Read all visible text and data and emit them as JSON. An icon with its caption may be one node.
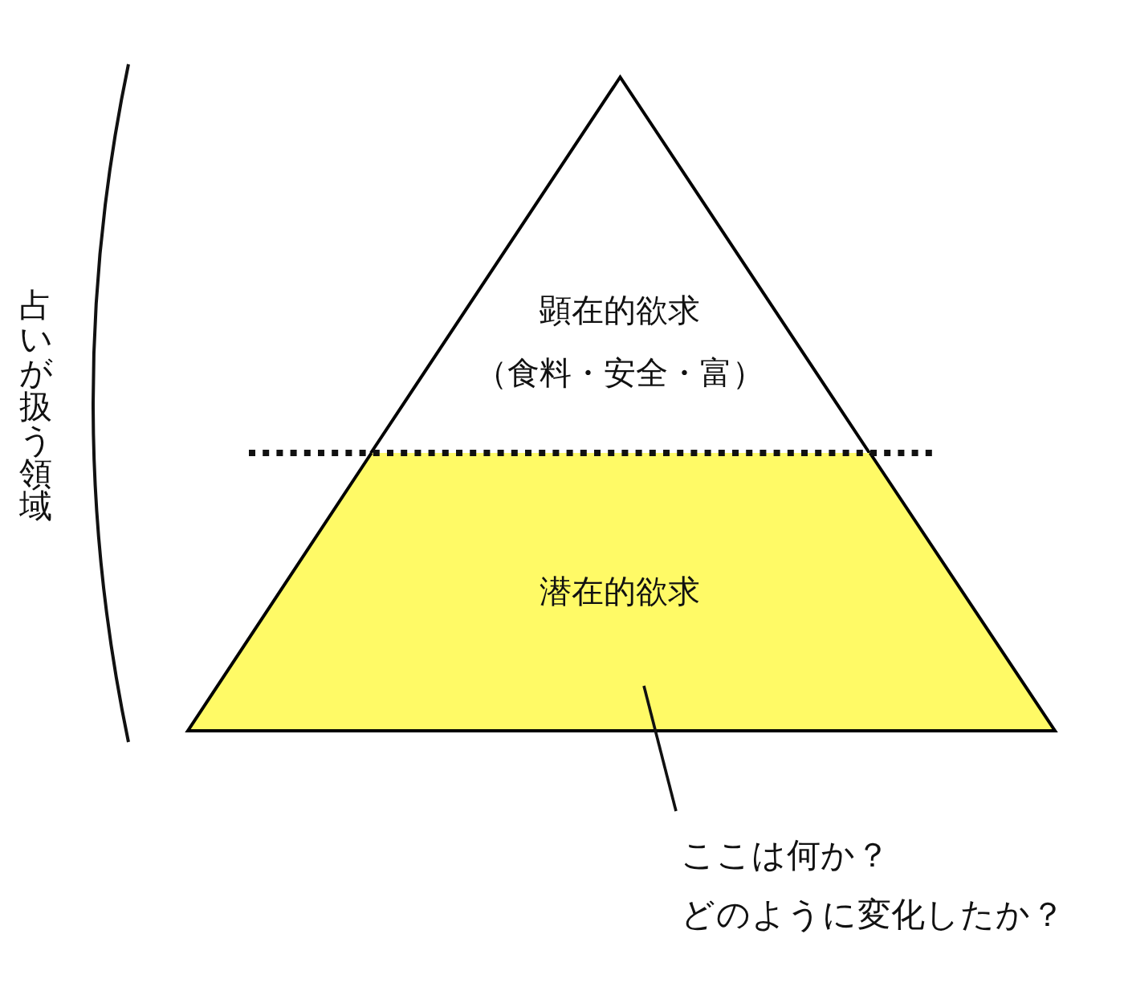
{
  "diagram": {
    "nodes": [
      {
        "text": [
          "顕在的欲求",
          "（食料・安全・富）"
        ]
      },
      {
        "text": [
          "潜在的欲求"
        ]
      },
      {
        "text": [
          "ここは何か？",
          "どのように変化したか？"
        ]
      }
    ],
    "edges": [
      {
        "from": 2,
        "to": 1,
        "arrow": "none"
      }
    ],
    "labels": [
      "占いが扱う領域"
    ]
  }
}
